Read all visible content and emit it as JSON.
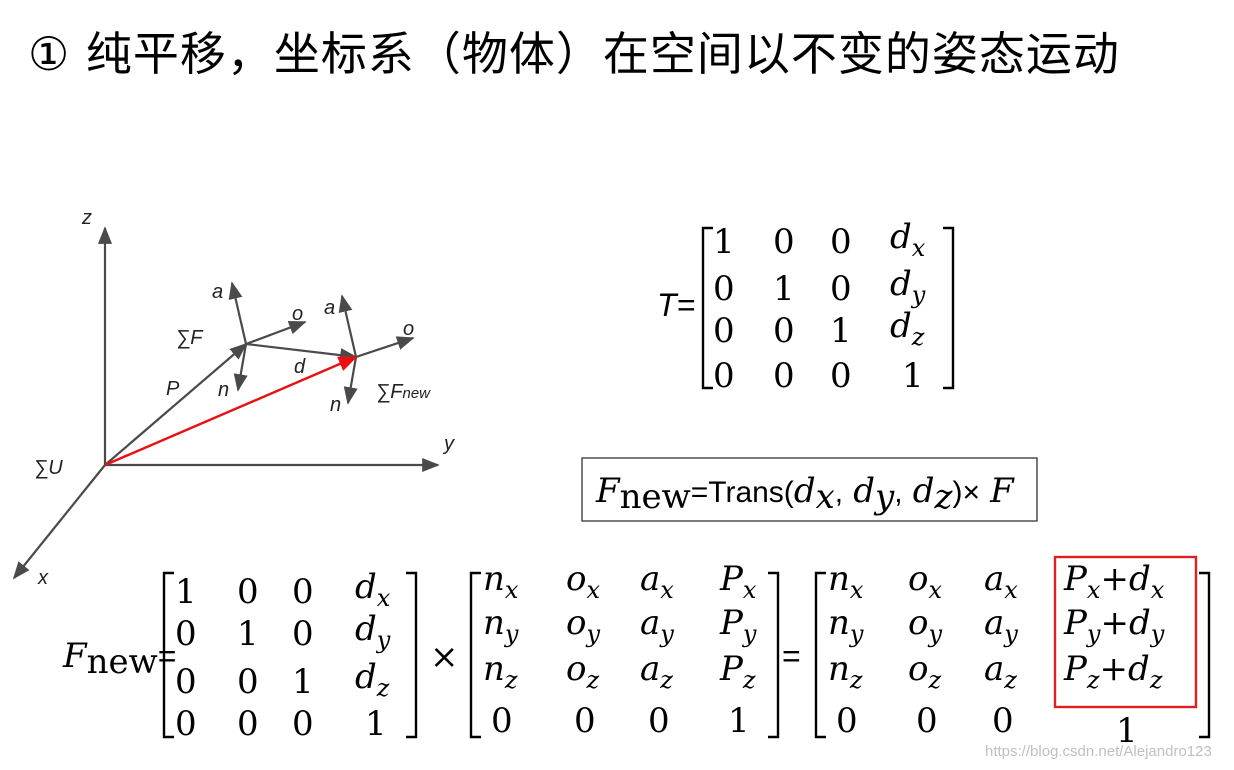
{
  "title": "① 纯平移，坐标系（物体）在空间以不变的姿态运动",
  "diagram": {
    "labels": {
      "z": "z",
      "y": "y",
      "x": "x",
      "U": "∑U",
      "F": "∑F",
      "Fnew": "∑F",
      "Fnew_sub": "new",
      "P": "P",
      "d": "d",
      "a1": "a",
      "o1": "o",
      "n1": "n",
      "a2": "a",
      "o2": "o",
      "n2": "n"
    },
    "colors": {
      "axis": "#4a4a4a",
      "translation_vector": "#e81010"
    }
  },
  "T_matrix": {
    "lhs": "T=",
    "rows": [
      [
        "1",
        "0",
        "0",
        "d",
        "x"
      ],
      [
        "0",
        "1",
        "0",
        "d",
        "y"
      ],
      [
        "0",
        "0",
        "1",
        "d",
        "z"
      ],
      [
        "0",
        "0",
        "0",
        "1",
        ""
      ]
    ]
  },
  "box_formula": {
    "F": "F",
    "new": "new",
    "eq_trans": "=Trans(",
    "d": "d",
    "x": "x",
    "comma1": ",",
    "y": "y",
    "comma2": ",",
    "z": "z",
    "close_times": ")×",
    "F2": "F"
  },
  "bottom": {
    "lhs_F": "F",
    "lhs_new": "new",
    "eq": "=",
    "times": "×",
    "eq2": "=",
    "m1": [
      [
        "1",
        "0",
        "0",
        "d",
        "x"
      ],
      [
        "0",
        "1",
        "0",
        "d",
        "y"
      ],
      [
        "0",
        "0",
        "1",
        "d",
        "z"
      ],
      [
        "0",
        "0",
        "0",
        "1",
        ""
      ]
    ],
    "m2": [
      [
        "n",
        "x",
        "o",
        "x",
        "a",
        "x",
        "P",
        "x"
      ],
      [
        "n",
        "y",
        "o",
        "y",
        "a",
        "y",
        "P",
        "y"
      ],
      [
        "n",
        "z",
        "o",
        "z",
        "a",
        "z",
        "P",
        "z"
      ],
      [
        "0",
        "",
        "0",
        "",
        "0",
        "",
        "1",
        ""
      ]
    ],
    "m3": [
      [
        "n",
        "x",
        "o",
        "x",
        "a",
        "x",
        "P",
        "x",
        "+",
        "d",
        "x"
      ],
      [
        "n",
        "y",
        "o",
        "y",
        "a",
        "y",
        "P",
        "y",
        "+",
        "d",
        "y"
      ],
      [
        "n",
        "z",
        "o",
        "z",
        "a",
        "z",
        "P",
        "z",
        "+",
        "d",
        "z"
      ],
      [
        "0",
        "",
        "0",
        "",
        "0",
        "",
        "1",
        "",
        "",
        "",
        ""
      ]
    ],
    "highlight_color": "#e02020"
  },
  "watermark": "https://blog.csdn.net/Alejandro123"
}
